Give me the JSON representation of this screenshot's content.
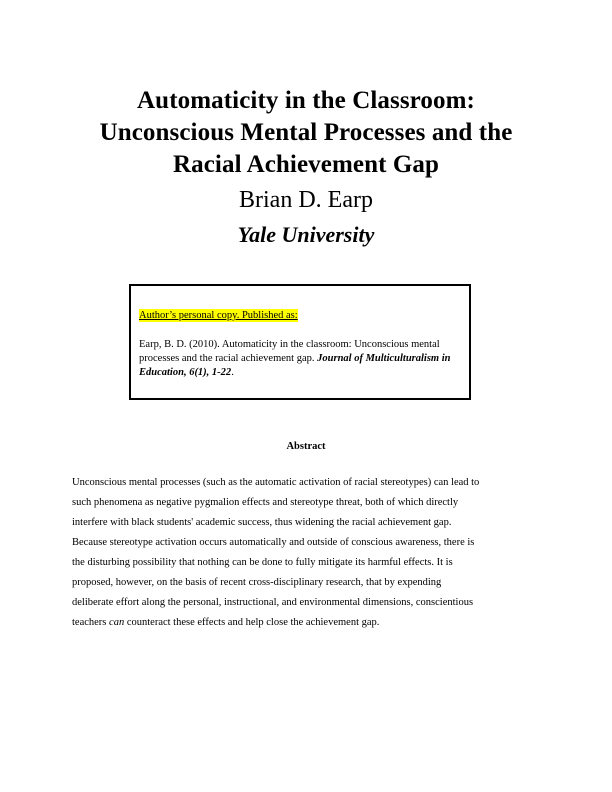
{
  "title": {
    "lines": [
      "Automaticity in the Classroom:",
      "Unconscious Mental Processes and the",
      "Racial Achievement Gap"
    ]
  },
  "author": "Brian D. Earp",
  "affiliation": "Yale University",
  "citation_box": {
    "note": "Author’s personal copy. Published as:",
    "note_highlight_color": "#ffff00",
    "reference": {
      "authors_year": "Earp, B. D. (2010). Automaticity in the classroom: Unconscious mental processes and the racial achievement gap. ",
      "journal": "Journal of Multiculturalism in Education",
      "volume_issue_pages": ", 6(1), 1-22",
      "end": "."
    }
  },
  "abstract": {
    "heading": "Abstract",
    "lines": [
      "Unconscious mental processes (such as the automatic activation of racial stereotypes) can lead to",
      "such phenomena as negative pygmalion effects and stereotype threat, both of which directly",
      "interfere with black students' academic success, thus widening the racial achievement gap.",
      "Because stereotype activation occurs automatically and outside of conscious awareness, there is",
      "the disturbing possibility that nothing can be done to fully mitigate its harmful effects. It is",
      "proposed, however, on the basis of recent cross-disciplinary research, that by expending",
      "deliberate effort along the personal, instructional, and environmental dimensions, conscientious"
    ],
    "last_line": {
      "before": "teachers ",
      "emphasis": "can",
      "after": " counteract these effects and help close the achievement gap."
    }
  }
}
